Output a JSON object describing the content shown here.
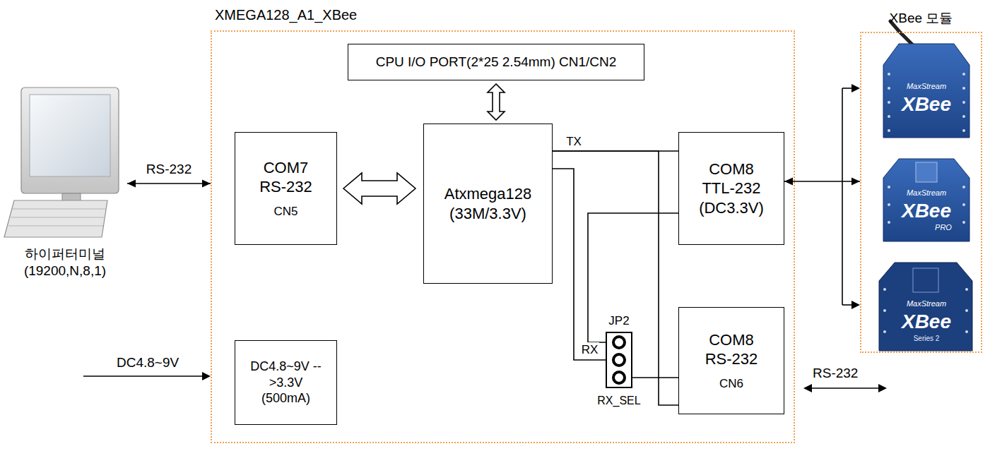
{
  "diagram": {
    "nodes": [
      {
        "text": [
          "하이퍼터미널 (19200,N,8,1)"
        ]
      },
      {
        "text": [
          "XMEGA128_A1_XBee"
        ]
      },
      {
        "text": [
          "CPU I/O PORT(2*25 2.54mm) CN1/CN2"
        ],
        "in": 1
      },
      {
        "text": [
          "COM7 RS-232",
          "CN5"
        ],
        "in": 1
      },
      {
        "text": [
          "Atxmega128 (33M/3.3V)"
        ],
        "in": 1
      },
      {
        "text": [
          "COM8 TTL-232 (DC3.3V)"
        ],
        "in": 1
      },
      {
        "text": [
          "JP2",
          "RX_SEL"
        ],
        "in": 1
      },
      {
        "text": [
          "COM8 RS-232",
          "CN6"
        ],
        "in": 1
      },
      {
        "text": [
          "DC4.8~9V -->3.3V (500mA)"
        ],
        "in": 1
      },
      {
        "text": [
          "XBee 모듈"
        ]
      }
    ],
    "edges": [
      {
        "from": 0,
        "to": 1,
        "arrow": "both",
        "label": "RS-232"
      },
      {
        "from": 2,
        "to": 4,
        "arrow": "both"
      },
      {
        "from": 3,
        "to": 4,
        "arrow": "both"
      },
      {
        "from": 4,
        "to": 5,
        "arrow": "none",
        "label": "TX"
      },
      {
        "from": 4,
        "to": 7,
        "arrow": "none"
      },
      {
        "from": 4,
        "to": 6,
        "arrow": "none",
        "label": "RX"
      },
      {
        "from": 5,
        "to": 6,
        "arrow": "none"
      },
      {
        "from": 6,
        "to": 7,
        "arrow": "none"
      },
      {
        "from": 5,
        "to": 9,
        "arrow": "both"
      }
    ],
    "labels": [
      "DC4.8~9V",
      "RS-232",
      "MaxStream",
      "XBee",
      "MaxStream",
      "XBee",
      "PRO",
      "MaxStream",
      "XBee",
      "Series 2"
    ]
  }
}
